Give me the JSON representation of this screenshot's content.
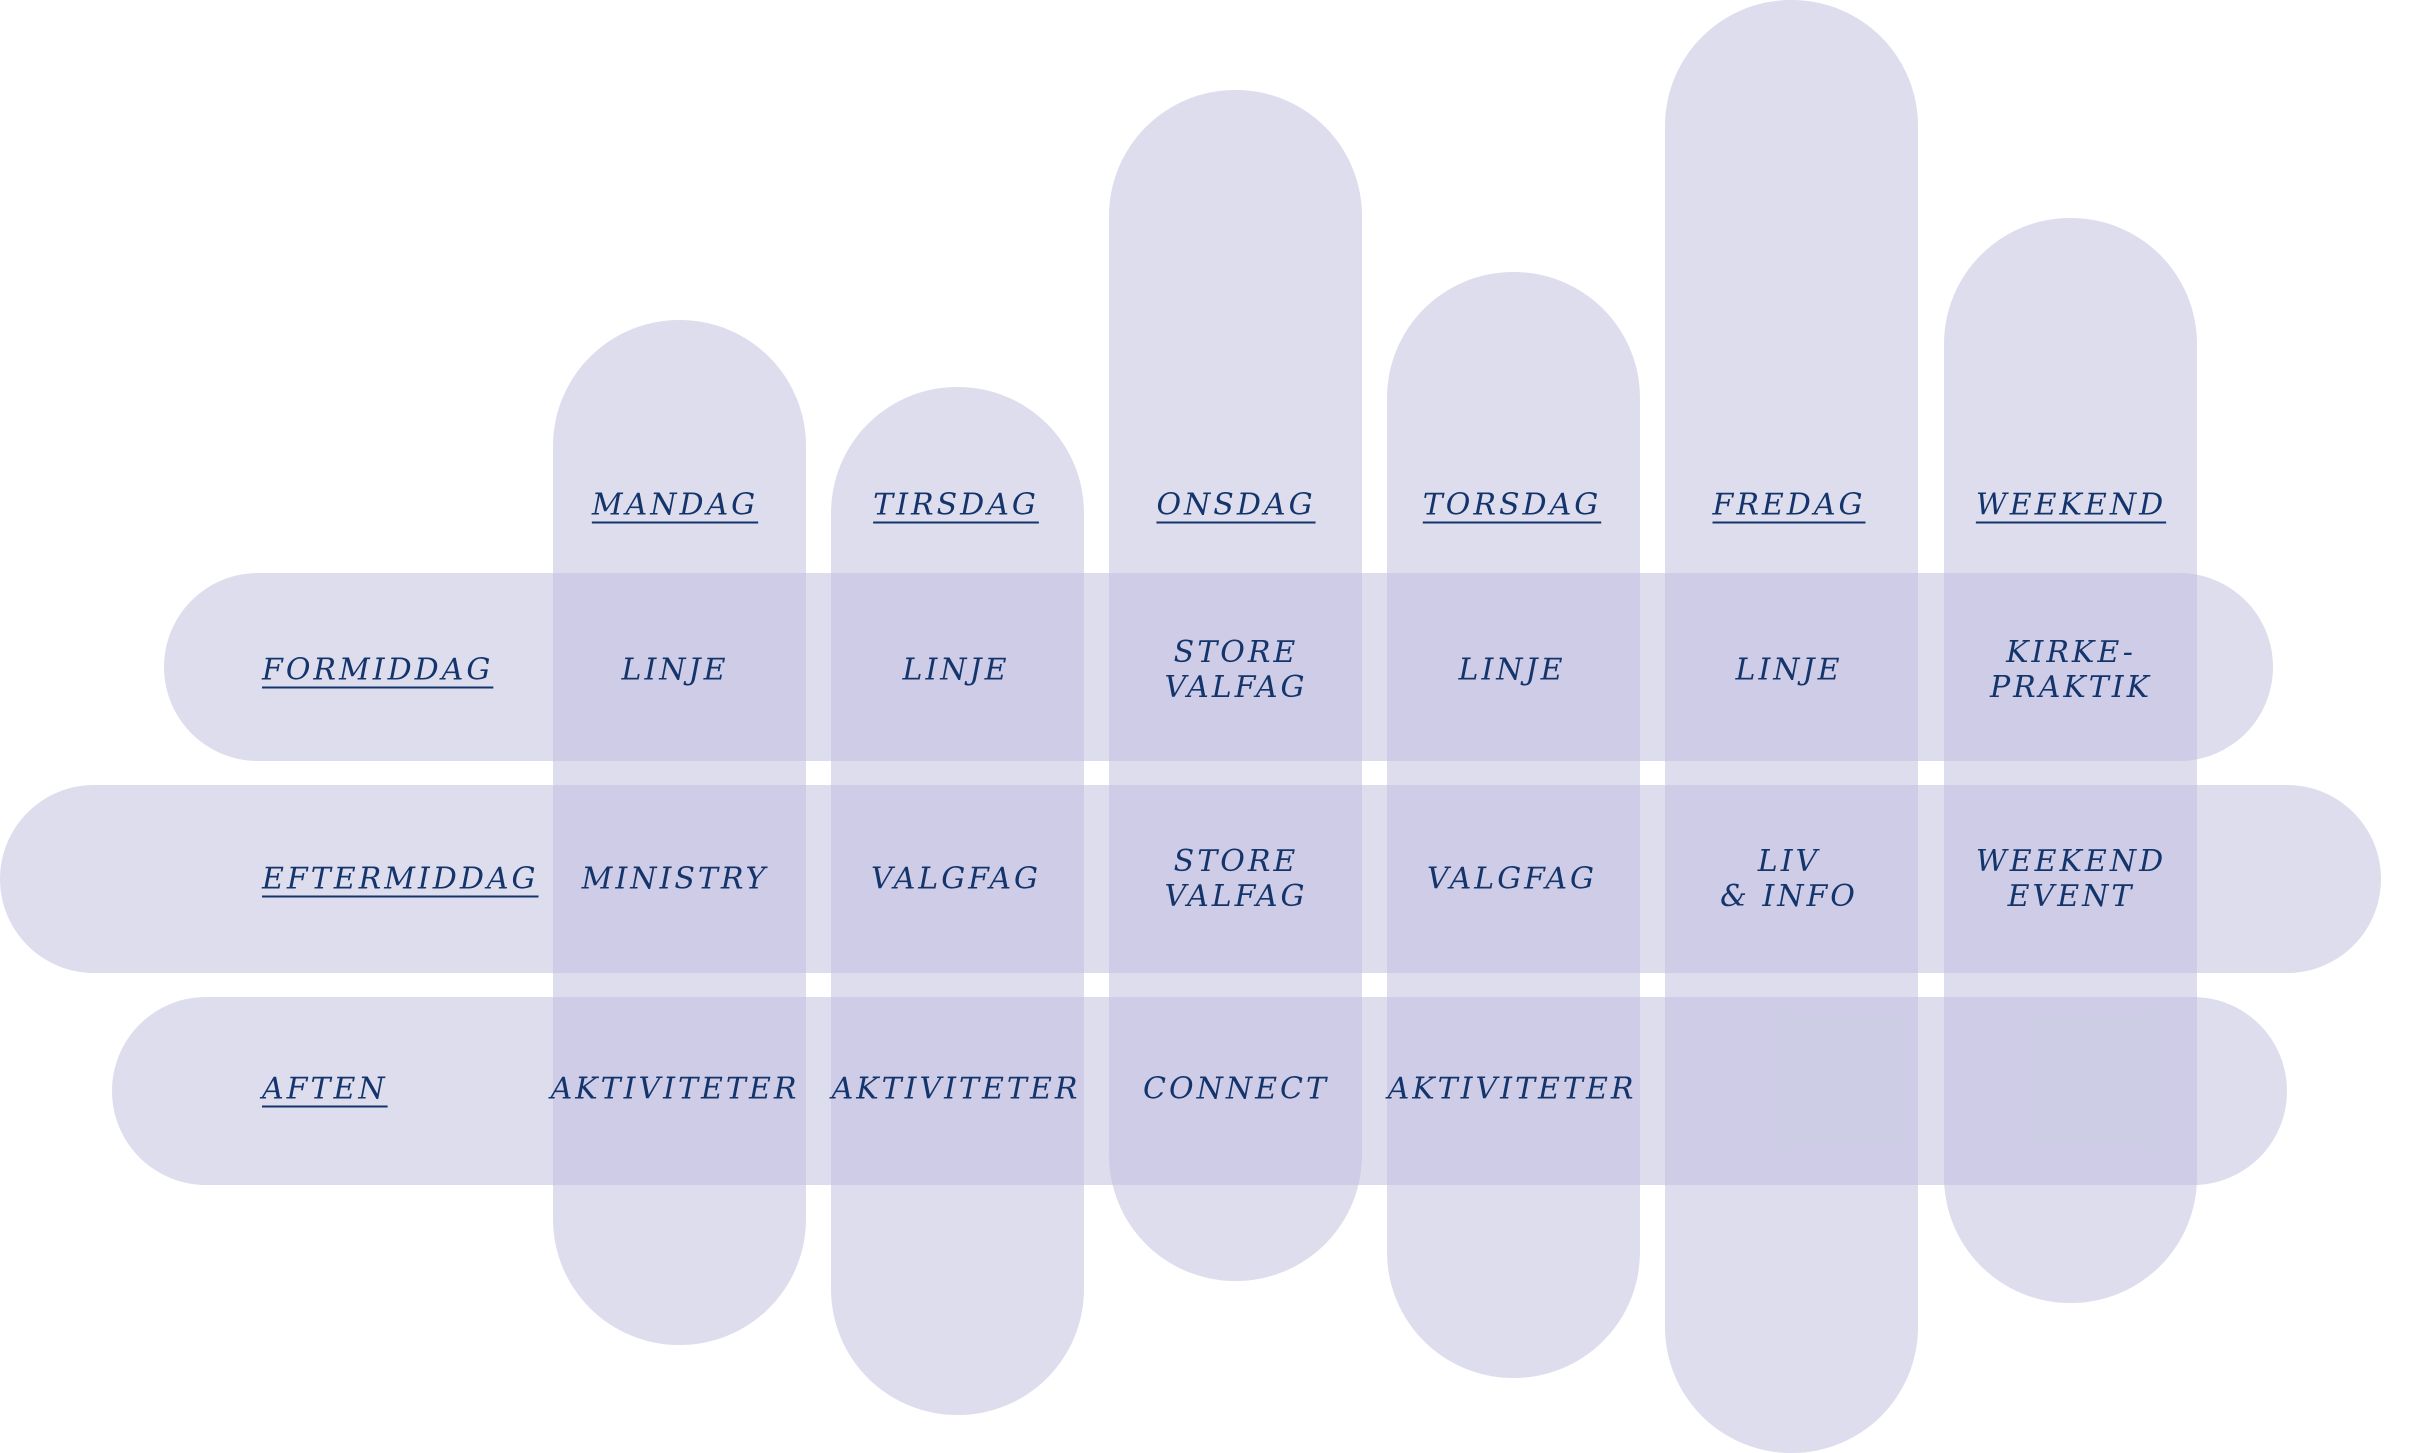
{
  "colors": {
    "pill_fill": "#bebcde",
    "text": "#13356c",
    "background": "#ffffff"
  },
  "days": [
    {
      "id": "mandag",
      "label": "MANDAG"
    },
    {
      "id": "tirsdag",
      "label": "TIRSDAG"
    },
    {
      "id": "onsdag",
      "label": "ONSDAG"
    },
    {
      "id": "torsdag",
      "label": "TORSDAG"
    },
    {
      "id": "fredag",
      "label": "FREDAG"
    },
    {
      "id": "weekend",
      "label": "WEEKEND"
    }
  ],
  "periods": [
    {
      "id": "formiddag",
      "label": "FORMIDDAG"
    },
    {
      "id": "eftermiddag",
      "label": "EFTERMIDDAG"
    },
    {
      "id": "aften",
      "label": "AFTEN"
    }
  ],
  "cells": [
    [
      {
        "lines": [
          "LINJE"
        ]
      },
      {
        "lines": [
          "LINJE"
        ]
      },
      {
        "lines": [
          "STORE",
          "VALFAG"
        ]
      },
      {
        "lines": [
          "LINJE"
        ]
      },
      {
        "lines": [
          "LINJE"
        ]
      },
      {
        "lines": [
          "KIRKE-",
          "PRAKTIK"
        ]
      }
    ],
    [
      {
        "lines": [
          "MINISTRY"
        ]
      },
      {
        "lines": [
          "VALGFAG"
        ]
      },
      {
        "lines": [
          "STORE",
          "VALFAG"
        ]
      },
      {
        "lines": [
          "VALGFAG"
        ]
      },
      {
        "lines": [
          "LIV",
          "& INFO"
        ]
      },
      {
        "lines": [
          "WEEKEND",
          "EVENT"
        ]
      }
    ],
    [
      {
        "lines": [
          "AKTIVITETER"
        ]
      },
      {
        "lines": [
          "AKTIVITETER"
        ]
      },
      {
        "lines": [
          "CONNECT"
        ]
      },
      {
        "lines": [
          "AKTIVITETER"
        ]
      },
      {
        "lines": []
      },
      {
        "lines": []
      }
    ]
  ]
}
